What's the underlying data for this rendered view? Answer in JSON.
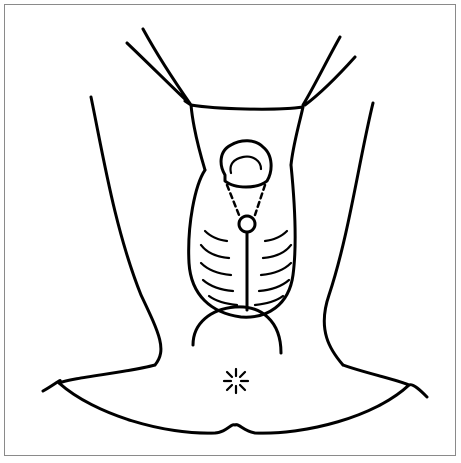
{
  "figure": {
    "kind": "line-drawing",
    "line_color": "#000000",
    "background_color": "#ffffff",
    "frame_color": "#8a8a8a",
    "elements": [
      "outer-body-contour",
      "upper-strands",
      "central-frame",
      "inner-ring",
      "oval-body",
      "left-ridges",
      "right-ridges",
      "midline",
      "lower-mound",
      "star-mark"
    ],
    "left_ridge_count": 5,
    "right_ridge_count": 5,
    "star_ray_count": 8
  }
}
